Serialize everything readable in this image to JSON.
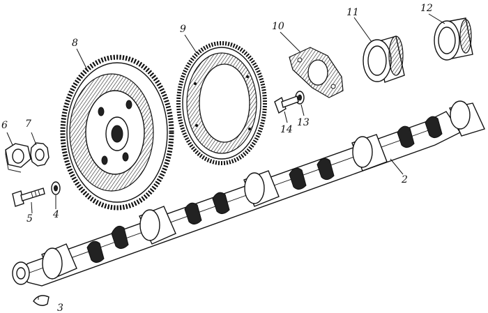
{
  "labels": {
    "l1": "2",
    "l2": "3",
    "l3": "4",
    "l4": "5",
    "l5": "6",
    "l6": "7",
    "l7": "8",
    "l8": "9",
    "l9": "10",
    "l10": "11",
    "l11": "12",
    "l12": "13",
    "l13": "14"
  }
}
